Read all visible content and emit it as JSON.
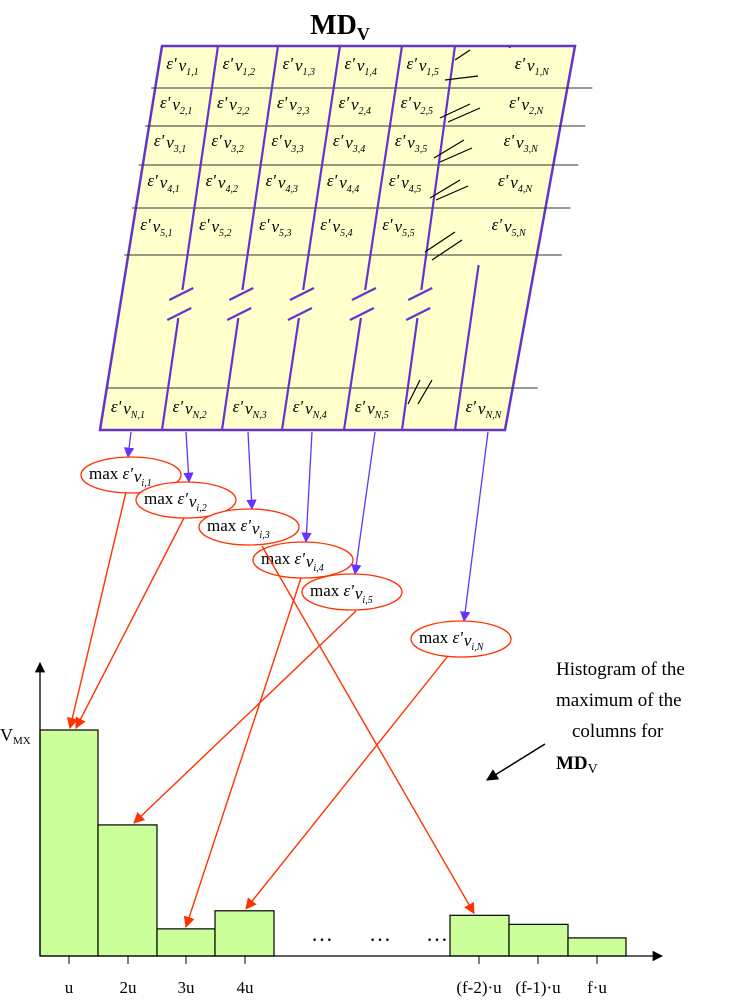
{
  "title": {
    "main": "MD",
    "sub": "V"
  },
  "matrix": {
    "rows": [
      [
        "1,1",
        "1,2",
        "1,3",
        "1,4",
        "1,5",
        "1,N"
      ],
      [
        "2,1",
        "2,2",
        "2,3",
        "2,4",
        "2,5",
        "2,N"
      ],
      [
        "3,1",
        "3,2",
        "3,3",
        "3,4",
        "3,5",
        "3,N"
      ],
      [
        "4,1",
        "4,2",
        "4,3",
        "4,4",
        "4,5",
        "4,N"
      ],
      [
        "5,1",
        "5,2",
        "5,3",
        "5,4",
        "5,5",
        "5,N"
      ],
      [
        "N,1",
        "N,2",
        "N,3",
        "N,4",
        "N,5",
        "N,N"
      ]
    ],
    "symbol": "ε'",
    "var": "v"
  },
  "maxima": [
    {
      "label": "max",
      "sym": "ε'",
      "var": "v",
      "sub": "i,1"
    },
    {
      "label": "max",
      "sym": "ε'",
      "var": "v",
      "sub": "i,2"
    },
    {
      "label": "max",
      "sym": "ε'",
      "var": "v",
      "sub": "i,3"
    },
    {
      "label": "max",
      "sym": "ε'",
      "var": "v",
      "sub": "i,4"
    },
    {
      "label": "max",
      "sym": "ε'",
      "var": "v",
      "sub": "i,5"
    },
    {
      "label": "max",
      "sym": "ε'",
      "var": "v",
      "sub": "i,N"
    }
  ],
  "histogram": {
    "y_label": "V",
    "y_label_sub": "MX",
    "ellipsis": "…",
    "tick_labels": [
      "u",
      "2u",
      "3u",
      "4u",
      "(f-2)·u",
      "(f-1)·u",
      "f·u"
    ],
    "bar_heights": [
      1.0,
      0.58,
      0.12,
      0.2,
      0.18,
      0.14,
      0.08
    ]
  },
  "note": {
    "line1": "Histogram of the",
    "line2": "maximum of the",
    "line3": "columns for",
    "bold": "MD",
    "sub": "V"
  },
  "colors": {
    "grid_border": "#6633cc",
    "grid_fill": "#ffffcc",
    "bar_fill": "#ccff99",
    "red": "#ff3300",
    "purple": "#6633ff"
  }
}
